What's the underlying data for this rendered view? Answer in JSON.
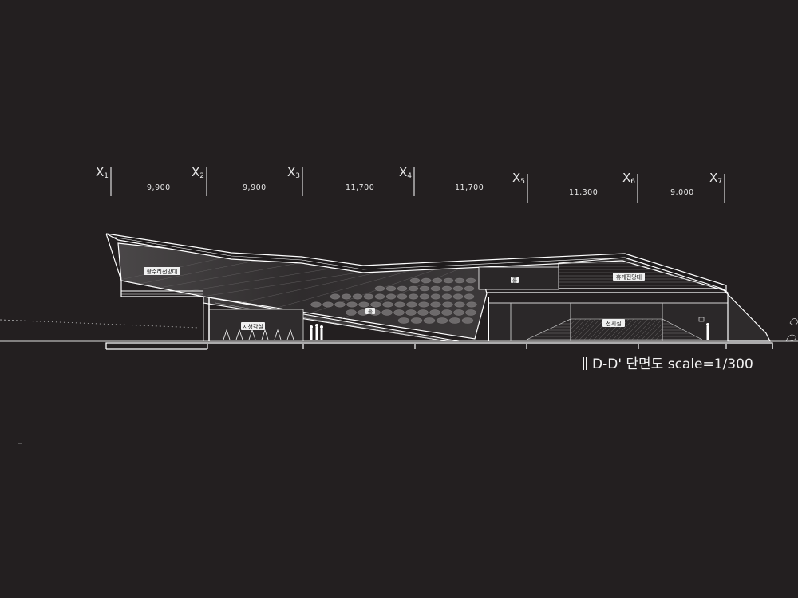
{
  "axes": [
    {
      "letter": "X",
      "num": "1"
    },
    {
      "letter": "X",
      "num": "2"
    },
    {
      "letter": "X",
      "num": "3"
    },
    {
      "letter": "X",
      "num": "4"
    },
    {
      "letter": "X",
      "num": "5"
    },
    {
      "letter": "X",
      "num": "6"
    },
    {
      "letter": "X",
      "num": "7"
    }
  ],
  "spans": [
    "9,900",
    "9,900",
    "11,700",
    "11,700",
    "11,300",
    "9,000"
  ],
  "rooms": {
    "upper_left": "활수리전망대",
    "upper_right": "휴게전망대",
    "small_tag": "홀",
    "hall_tag": "홀",
    "lower_left": "시청각실",
    "lower_right": "전시실"
  },
  "drawing_title": "D-D' 단면도  scale=1/300",
  "colors": {
    "background": "#231f20",
    "line": "#ffffff",
    "fill_dark": "#2e2b2c",
    "fill_mid": "#3a3738"
  }
}
